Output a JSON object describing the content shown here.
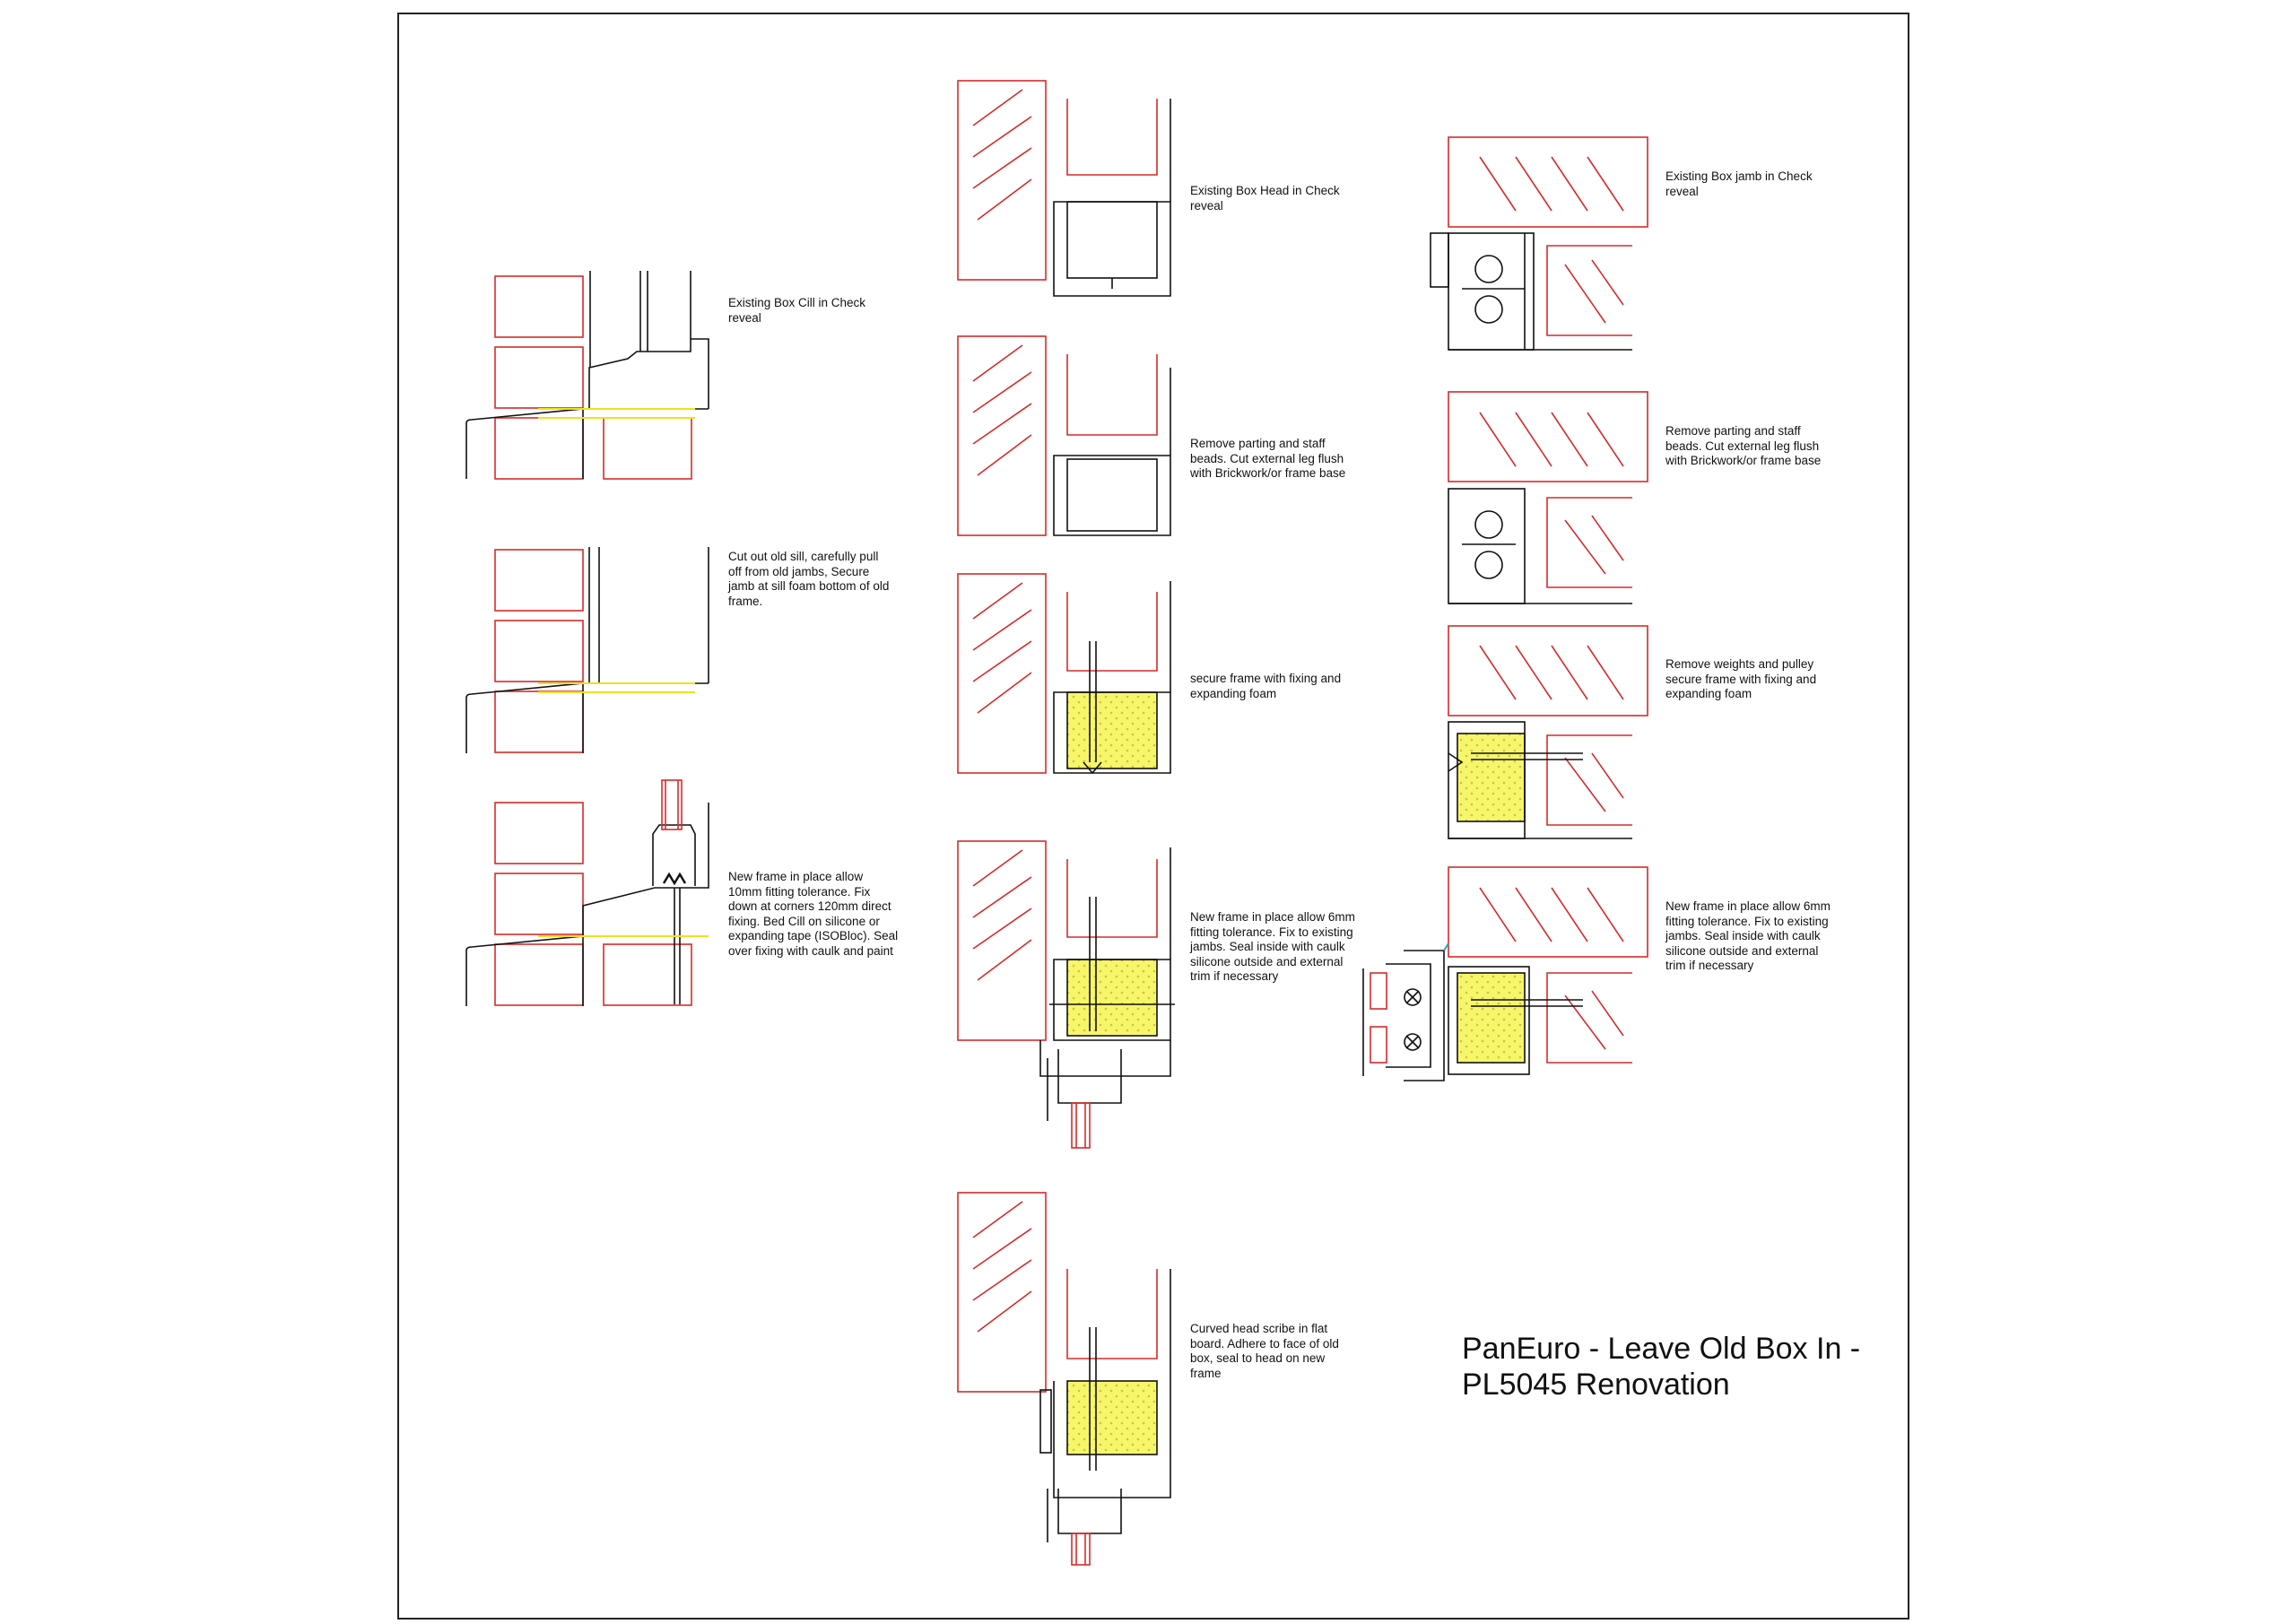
{
  "title": {
    "line1": "PanEuro - Leave Old Box In -",
    "line2": "PL5045 Renovation"
  },
  "notes": {
    "cill_existing": "Existing Box Cill in Check reveal",
    "cill_cut": "Cut out old sill, carefully pull off from old jambs, Secure jamb at sill foam bottom of old frame.",
    "cill_new": "New frame in place allow 10mm fitting tolerance. Fix down at corners 120mm direct fixing. Bed Cill on silicone or expanding tape (ISOBloc). Seal over fixing with caulk and paint",
    "head_existing": "Existing Box Head in Check reveal",
    "head_remove": "Remove parting and staff beads. Cut external leg flush with Brickwork/or frame base",
    "head_secure": "secure frame with fixing and expanding foam",
    "head_new": "New frame in place allow 6mm fitting tolerance. Fix to existing jambs. Seal inside with caulk silicone outside and external trim if necessary",
    "head_curved": "Curved head scribe in flat board. Adhere to face of old box, seal to head on new frame",
    "jamb_existing": "Existing Box jamb in Check reveal",
    "jamb_remove": "Remove parting and staff beads. Cut external leg flush with Brickwork/or frame base",
    "jamb_weights": "Remove weights and pulley secure frame with fixing and expanding foam",
    "jamb_new": "New frame in place allow 6mm fitting tolerance. Fix to existing jambs. Seal inside with caulk silicone outside and external trim if necessary"
  },
  "colors": {
    "brick": "#d62b2b",
    "frame": "#111111",
    "foam": "#f7f56a",
    "tape": "#f0e020",
    "border": "#222222"
  }
}
